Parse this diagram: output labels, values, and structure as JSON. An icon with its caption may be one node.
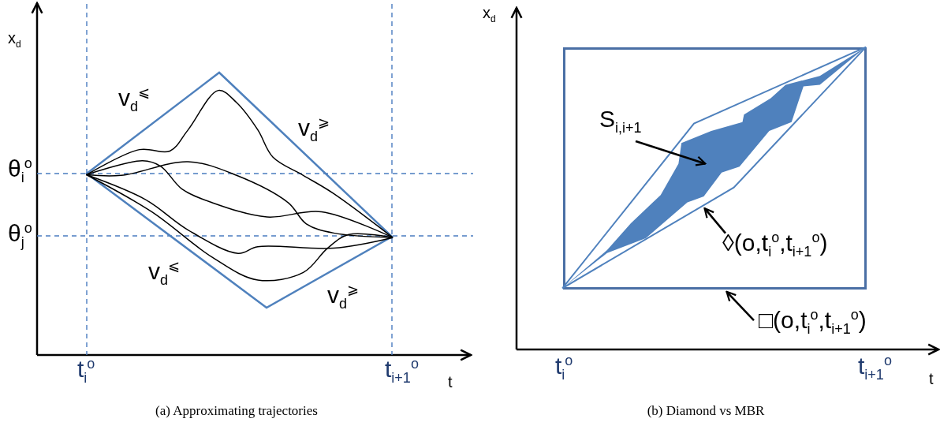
{
  "diagram": {
    "nodes": [
      {
        "text": [],
        "shape": "box"
      },
      {
        "text": [],
        "shape": "hexagon",
        "in": 0
      },
      {
        "text": [],
        "shape": "polygon",
        "in": 1
      },
      {
        "text": [
          "S$_{i,i+1}$"
        ],
        "in": 0
      },
      {
        "text": [
          "◊(o,t$_{i}$$^{o}$,t$_{i+1}$$^{o}$)"
        ],
        "in": 0
      },
      {
        "text": [
          "□(o,t$_{i}$$^{o}$,t$_{i+1}$$^{o}$)"
        ]
      }
    ],
    "edges": [
      {
        "from": 3,
        "to": 2,
        "arrow": "to"
      },
      {
        "from": 4,
        "to": 1,
        "arrow": "to"
      },
      {
        "from": 5,
        "to": 0,
        "arrow": "to"
      }
    ],
    "labels": [
      "x$_{d}$",
      "v$_{d}$$^{⩽}$",
      "v$_{d}$$^{⩾}$",
      "θ$_{i}$$^{o}$",
      "θ$_{j}$$^{o}$",
      "v$_{d}$$^{⩽}$",
      "v$_{d}$$^{⩾}$",
      "t$_{i}$$^{o}$",
      "t$_{i+1}$$^{o}$",
      "t",
      "(a) Approximating trajectories",
      "x$_{d}$",
      "t$_{i}$$^{o}$",
      "t$_{i+1}$$^{o}$",
      "t",
      "(b) Diamond vs MBR"
    ]
  }
}
